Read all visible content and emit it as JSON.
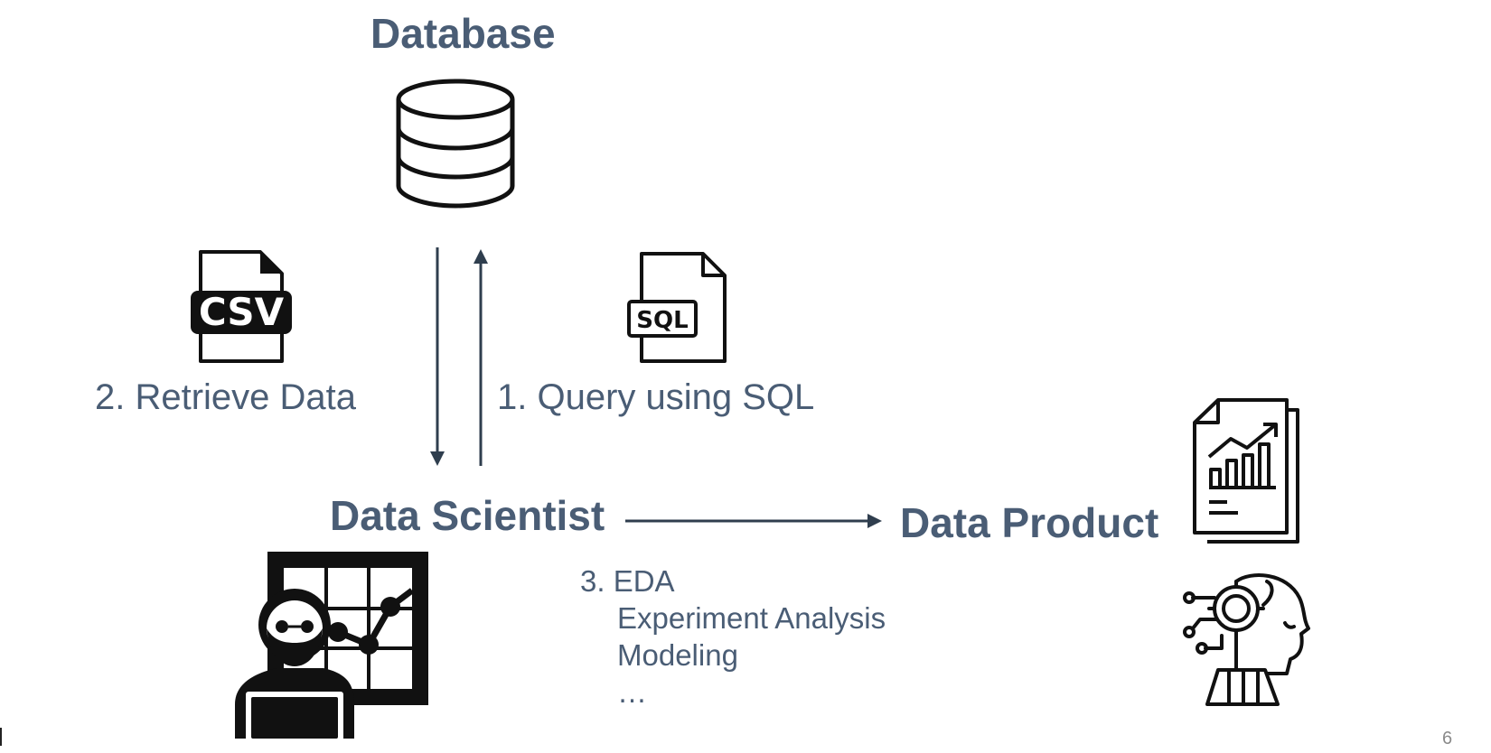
{
  "nodes": {
    "database": {
      "title": "Database",
      "icon": "database-icon"
    },
    "data_scientist": {
      "title": "Data Scientist",
      "icon": "data-scientist-icon"
    },
    "data_product": {
      "title": "Data Product",
      "icons": [
        "report-chart-icon",
        "ai-head-icon"
      ]
    }
  },
  "edges": {
    "query": {
      "label": "1. Query using SQL",
      "icon": "sql-file-icon",
      "badge": "SQL"
    },
    "retrieve": {
      "label": "2. Retrieve Data",
      "icon": "csv-file-icon",
      "badge": "CSV"
    },
    "analysis": {
      "lines": [
        "3. EDA",
        "Experiment Analysis",
        "Modeling",
        "…"
      ]
    }
  },
  "footer": {
    "slide_number": "6"
  },
  "colors": {
    "text": "#4a5d75",
    "arrow": "#2f3e4e",
    "icon": "#111111",
    "slide_number": "#8a8a8a"
  }
}
